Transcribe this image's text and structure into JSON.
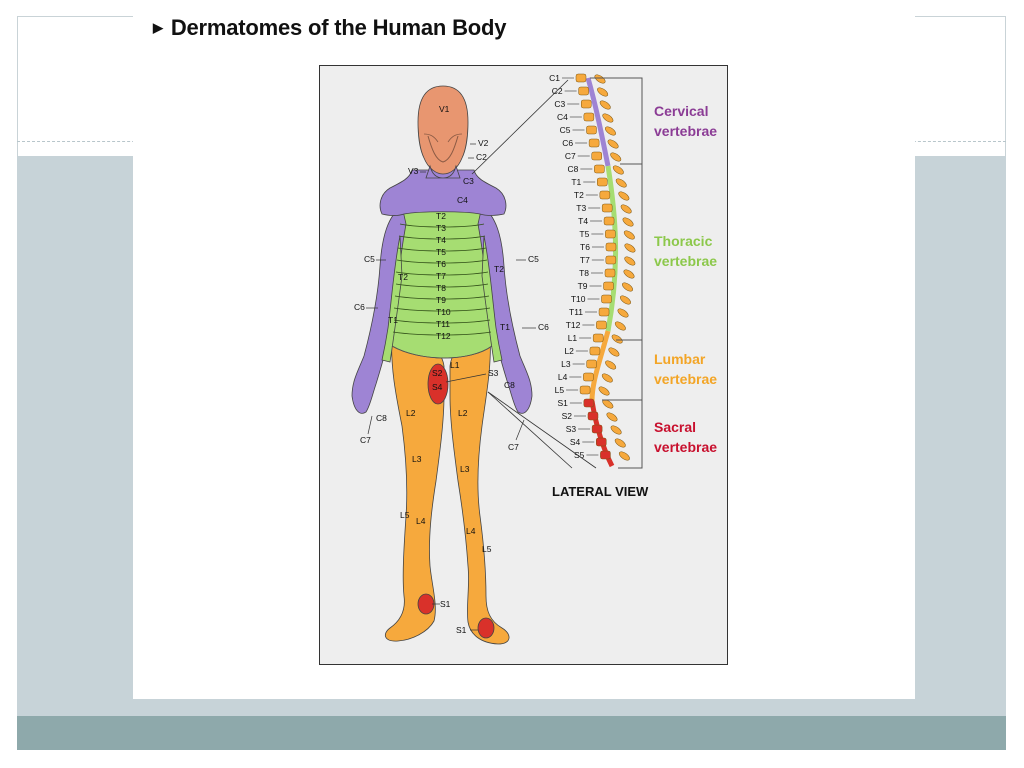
{
  "slide": {
    "title": "Dermatomes of the Human Body"
  },
  "figure": {
    "colors": {
      "cranial": "#e89670",
      "cervical": "#9e84d4",
      "thoracic": "#a6dd72",
      "lumbar": "#f6a93d",
      "sacral": "#d9312a",
      "cervical_text": "#8b3c95",
      "thoracic_text": "#8cc84b",
      "lumbar_text": "#f3a526",
      "sacral_text": "#c8102e"
    },
    "head_labels": {
      "v1": "V1",
      "v2": "V2",
      "v3": "V3",
      "c2": "C2",
      "c3": "C3",
      "c4": "C4"
    },
    "torso_labels": [
      "T2",
      "T3",
      "T4",
      "T5",
      "T6",
      "T7",
      "T8",
      "T9",
      "T10",
      "T11",
      "T12"
    ],
    "arm_labels": {
      "c5_left": "C5",
      "c5_right": "C5",
      "c6_left": "C6",
      "c6_right": "C6",
      "t2_left": "T2",
      "t2_right": "T2",
      "t1_left": "T1",
      "t1_right": "T1",
      "c8_left": "C8",
      "c8_right": "C8",
      "c7_left": "C7",
      "c7_right": "C7"
    },
    "leg_labels": {
      "l1": "L1",
      "s3": "S3",
      "s2": "S2",
      "s4": "S4",
      "l2_left": "L2",
      "l2_right": "L2",
      "l3_left": "L3",
      "l3_right": "L3",
      "l4_left": "L4",
      "l4_right": "L4",
      "l5_left": "L5",
      "l5_right": "L5",
      "s1_left": "S1",
      "s1_right": "S1"
    },
    "spine_labels": [
      "C1",
      "C2",
      "C3",
      "C4",
      "C5",
      "C6",
      "C7",
      "C8",
      "T1",
      "T2",
      "T3",
      "T4",
      "T5",
      "T6",
      "T7",
      "T8",
      "T9",
      "T10",
      "T11",
      "T12",
      "L1",
      "L2",
      "L3",
      "L4",
      "L5",
      "S1",
      "S2",
      "S3",
      "S4",
      "S5"
    ],
    "regions": {
      "cervical": [
        "Cervical",
        "vertebrae"
      ],
      "thoracic": [
        "Thoracic",
        "vertebrae"
      ],
      "lumbar": [
        "Lumbar",
        "vertebrae"
      ],
      "sacral": [
        "Sacral",
        "vertebrae"
      ]
    },
    "view_label": "LATERAL VIEW"
  }
}
